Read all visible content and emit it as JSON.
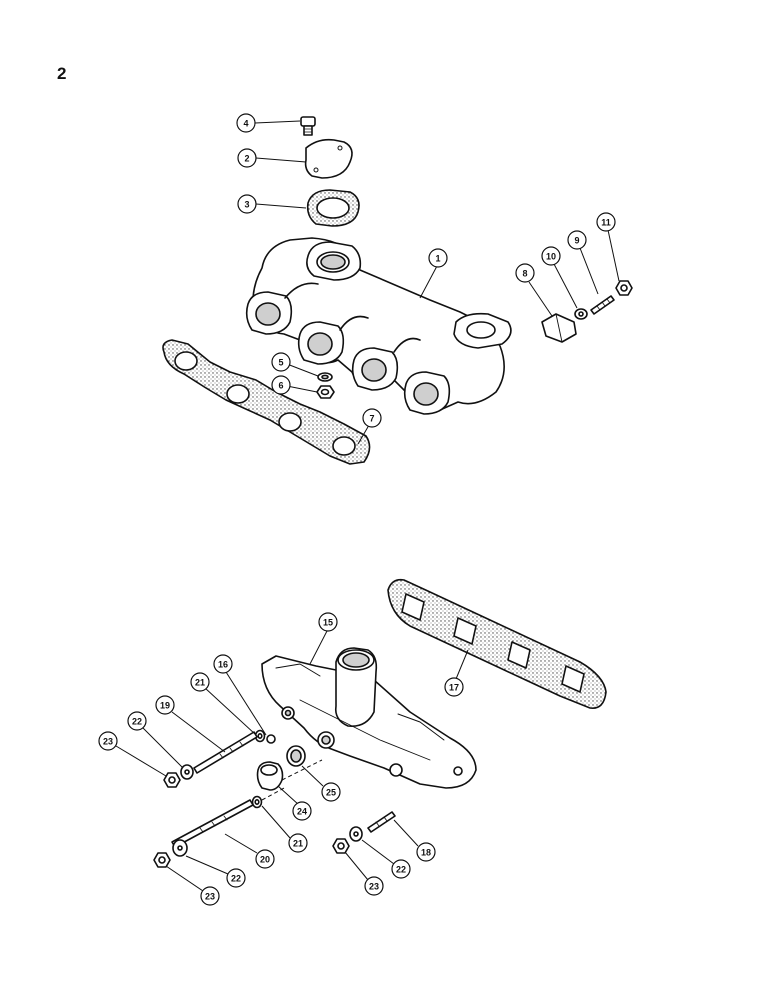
{
  "page": {
    "number": "2"
  },
  "callouts": {
    "c1": "1",
    "c2": "2",
    "c3": "3",
    "c4": "4",
    "c5": "5",
    "c6": "6",
    "c7": "7",
    "c8": "8",
    "c9": "9",
    "c10": "10",
    "c11": "11",
    "c15": "15",
    "c16": "16",
    "c17": "17",
    "c18": "18",
    "c19": "19",
    "c20": "20",
    "c21a": "21",
    "c21b": "21",
    "c22a": "22",
    "c22b": "22",
    "c22c": "22",
    "c23a": "23",
    "c23b": "23",
    "c23c": "23",
    "c24": "24",
    "c25": "25"
  },
  "colors": {
    "ink": "#111111",
    "paper": "#ffffff",
    "shade": "#cfcfcf"
  }
}
